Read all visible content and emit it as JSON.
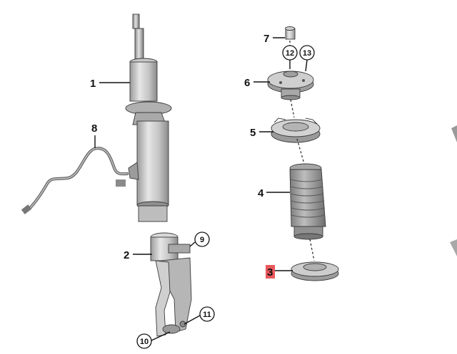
{
  "callouts": [
    {
      "id": "1",
      "label": "1"
    },
    {
      "id": "2",
      "label": "2"
    },
    {
      "id": "3",
      "label": "3",
      "highlighted": true
    },
    {
      "id": "4",
      "label": "4"
    },
    {
      "id": "5",
      "label": "5"
    },
    {
      "id": "6",
      "label": "6"
    },
    {
      "id": "7",
      "label": "7"
    },
    {
      "id": "8",
      "label": "8"
    },
    {
      "id": "9",
      "label": "9"
    },
    {
      "id": "10",
      "label": "10"
    },
    {
      "id": "11",
      "label": "11"
    },
    {
      "id": "12",
      "label": "12"
    },
    {
      "id": "13",
      "label": "13"
    }
  ],
  "colors": {
    "highlight": "#e8585c",
    "part_light": "#dedede",
    "part_mid": "#bdbdbd",
    "part_dark": "#8e8e8e",
    "line": "#111111"
  },
  "icons": {
    "shock-absorber": "strut-icon",
    "wheel-carrier-fork": "fork-icon",
    "spring-pad": "spring-pad-icon",
    "dust-boot": "bellows-icon",
    "spring-seat": "spring-seat-icon",
    "top-mount": "top-mount-icon",
    "cap": "cap-icon",
    "sensor-cable": "sensor-cable-icon"
  }
}
